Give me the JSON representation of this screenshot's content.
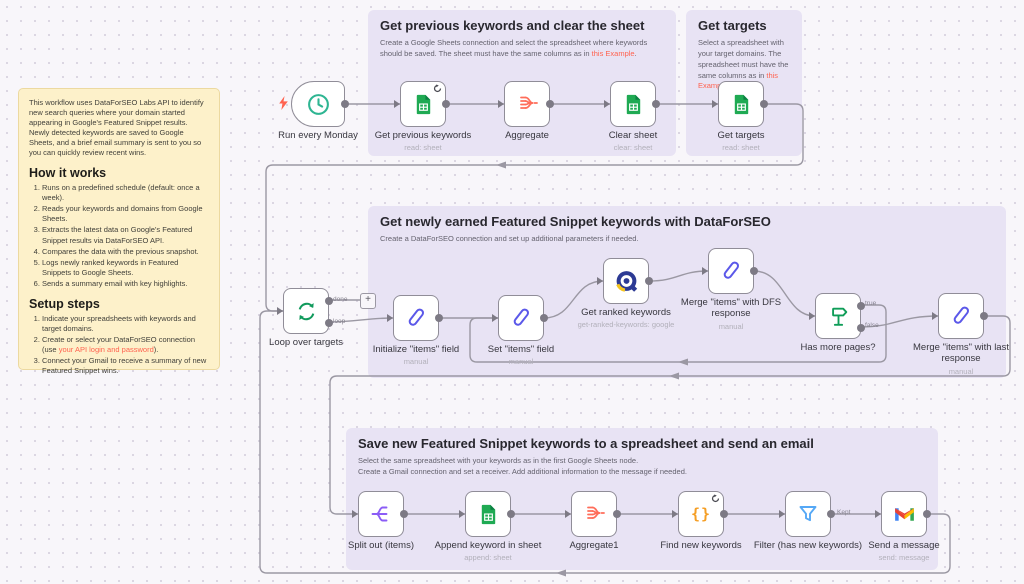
{
  "sticky": {
    "intro": "This workflow uses DataForSEO Labs API to identify new search queries where your domain started appearing in Google's Featured Snippet results. Newly detected keywords are saved to Google Sheets, and a brief email summary is sent to you so you can quickly review recent wins.",
    "how_title": "How it works",
    "how_steps": [
      "Runs on a predefined schedule (default: once a week).",
      "Reads your keywords and domains from Google Sheets.",
      "Extracts the latest data on Google's Featured Snippet results via DataForSEO API.",
      "Compares the data with the previous snapshot.",
      "Logs newly ranked keywords in Featured Snippets to Google Sheets.",
      "Sends a summary email with key highlights."
    ],
    "setup_title": "Setup steps",
    "setup_step1": "Indicate your spreadsheets with keywords and target domains.",
    "setup_step2_pre": "Create or select your DataForSEO connection (use ",
    "setup_step2_link": "your API login and password",
    "setup_step2_post": ").",
    "setup_step3": "Connect your Gmail to receive a summary of new Featured Snippet wins."
  },
  "sections": {
    "prev": {
      "title": "Get previous keywords and clear the sheet",
      "desc_pre": "Create a Google Sheets connection and select the spreadsheet where keywords should be saved. The sheet must have the same columns as in ",
      "link": "this Example",
      "desc_post": "."
    },
    "targets": {
      "title": "Get targets",
      "desc_pre": "Select a spreadsheet with your target domains. The spreadsheet must have the same columns as in ",
      "link": "this Example",
      "desc_post": "."
    },
    "dfs": {
      "title": "Get newly earned Featured Snippet keywords with DataForSEO",
      "desc": "Create a DataForSEO connection and set up additional parameters if needed."
    },
    "save": {
      "title": "Save new Featured Snippet keywords to a spreadsheet and send an email",
      "desc1": "Select the same spreadsheet with your keywords as in the first Google Sheets node.",
      "desc2": "Create a Gmail connection and set a receiver. Add additional information to the message if needed."
    }
  },
  "nodes": {
    "run": {
      "label": "Run every Monday"
    },
    "get_prev": {
      "label": "Get previous keywords",
      "subtitle": "read: sheet"
    },
    "aggregate": {
      "label": "Aggregate"
    },
    "clear": {
      "label": "Clear sheet",
      "subtitle": "clear: sheet"
    },
    "targets": {
      "label": "Get targets",
      "subtitle": "read: sheet"
    },
    "loop": {
      "label": "Loop over targets"
    },
    "init": {
      "label": "Initialize \"items\" field",
      "subtitle": "manual"
    },
    "set": {
      "label": "Set \"items\" field",
      "subtitle": "manual"
    },
    "ranked": {
      "label": "Get ranked keywords",
      "subtitle": "get-ranked-keywords: google"
    },
    "merge_dfs": {
      "label": "Merge \"items\" with DFS response",
      "subtitle": "manual"
    },
    "has_more": {
      "label": "Has more pages?"
    },
    "merge_last": {
      "label": "Merge \"items\" with last response",
      "subtitle": "manual"
    },
    "split": {
      "label": "Split out (items)"
    },
    "append": {
      "label": "Append keyword in sheet",
      "subtitle": "append: sheet"
    },
    "aggregate1": {
      "label": "Aggregate1"
    },
    "find": {
      "label": "Find new keywords"
    },
    "filter": {
      "label": "Filter (has new keywords)"
    },
    "send": {
      "label": "Send a message",
      "subtitle": "send: message"
    }
  },
  "ports": {
    "done": "done",
    "loop": "loop",
    "true": "true",
    "false": "false",
    "kept": "Kept"
  },
  "plus_label": "+",
  "colors": {
    "accent_link": "#ff6350",
    "section_bg": "#e8e3f4",
    "sticky_bg": "#fdf1ca",
    "wire": "#9b98a3",
    "sheets_green": "#1faa53",
    "aggregate_red": "#ff6d5a",
    "loop_green": "#119a5c",
    "pen_blue": "#5b58e9",
    "dataforseo_navy": "#2c3a94",
    "dataforseo_yellow": "#f6c51e",
    "if_green": "#0f9d58",
    "split_purple": "#8b5cf6",
    "braces_orange": "#f59e24",
    "filter_blue": "#55a8f6"
  }
}
